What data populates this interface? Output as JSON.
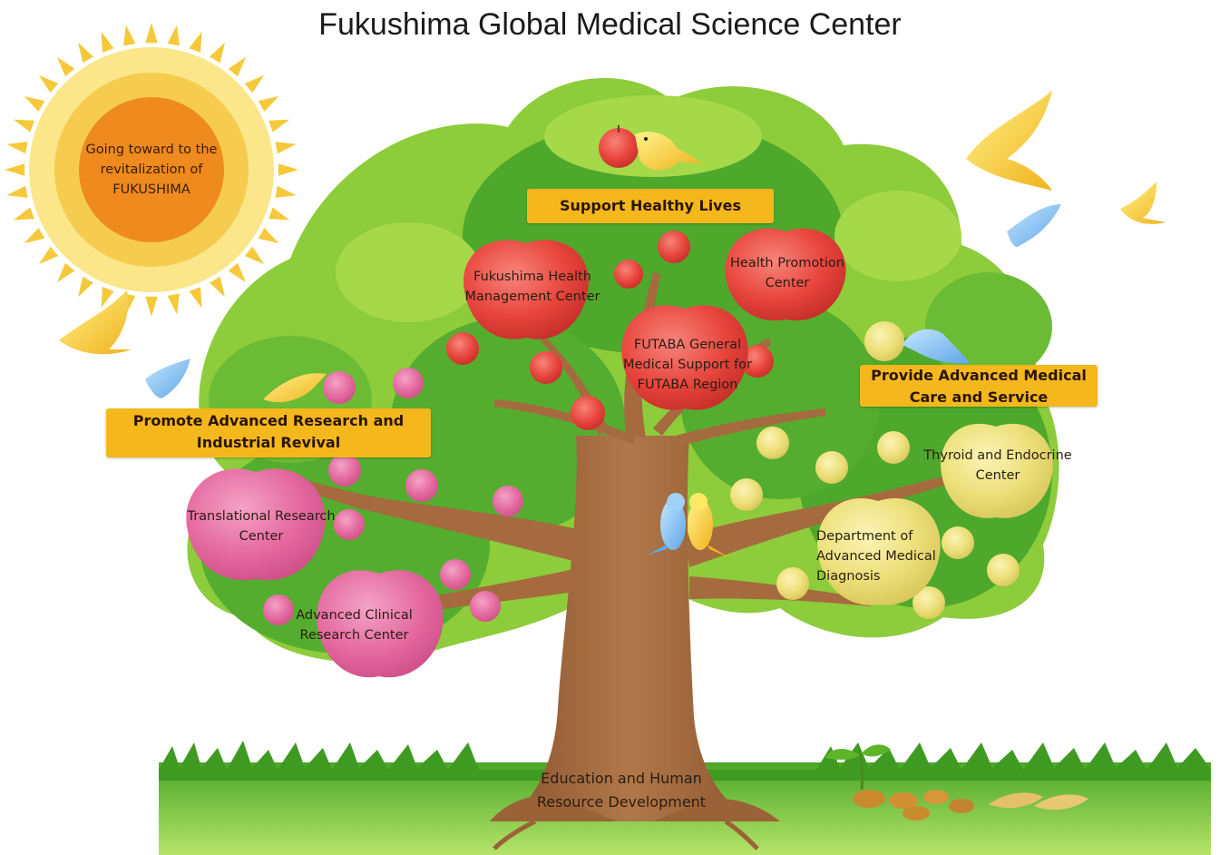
{
  "title": "Fukushima Global Medical Science Center",
  "sun": {
    "text": "Going toward to the revitalization of FUKUSHIMA"
  },
  "banners": {
    "support": "Support Healthy Lives",
    "research": "Promote Advanced Research and Industrial Revival",
    "care": "Provide Advanced Medical Care and Service"
  },
  "centers": {
    "health_management": "Fukushima Health Management Center",
    "health_promotion": "Health Promotion Center",
    "futaba": "FUTABA General Medical Support for FUTABA Region",
    "translational": "Translational Research Center",
    "clinical": "Advanced Clinical Research Center",
    "thyroid": "Thyroid and Endocrine Center",
    "diagnosis": "Department of Advanced Medical Diagnosis"
  },
  "roots": {
    "text": "Education and Human Resource Development"
  },
  "colors": {
    "foliage_light": "#8dcc3a",
    "foliage_dark": "#48a52a",
    "trunk": "#a56a3e",
    "red_apple": "#e8453d",
    "pink_apple": "#e46aa0",
    "yellow_apple": "#ecdf78",
    "banner": "#f5b81c",
    "sun_outer": "#fbe68a",
    "sun_core": "#ee8a1e",
    "grass": "#6fc233"
  },
  "icons": [
    "sun-icon",
    "bird-icon",
    "apple-icon",
    "sprout-icon"
  ]
}
